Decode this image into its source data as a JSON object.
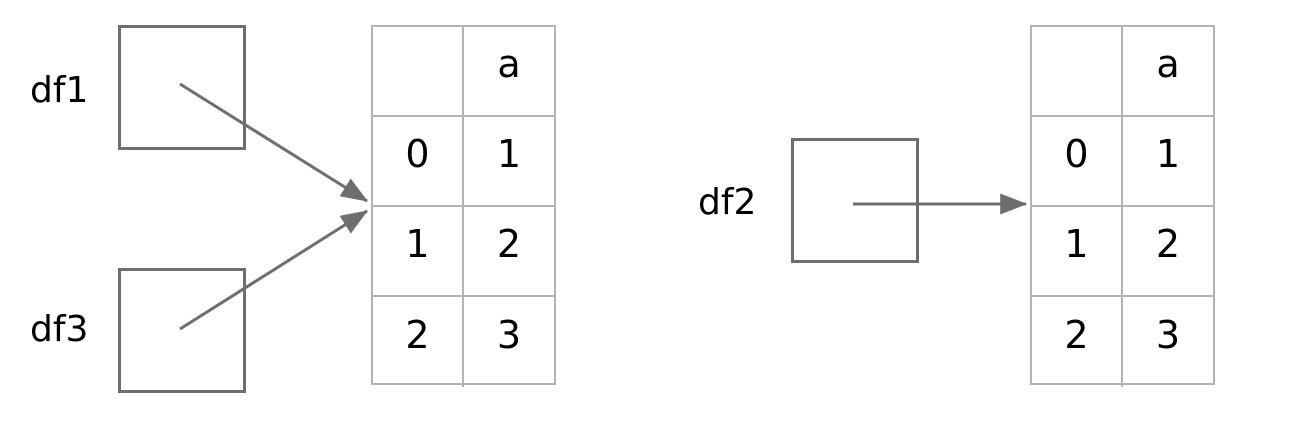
{
  "diagram": {
    "title": "pandas DataFrame variable reference diagram",
    "background_color": "#ffffff",
    "box_border_color": "#6e6e6e",
    "table_border_color": "#b3b3b3",
    "arrow_color": "#6e6e6e",
    "text_color": "#000000"
  },
  "groups": [
    {
      "id": "left",
      "labels": [
        {
          "name": "df1",
          "text": "df1"
        },
        {
          "name": "df3",
          "text": "df3"
        }
      ],
      "table": {
        "header": [
          "",
          "a"
        ],
        "rows": [
          [
            "0",
            "1"
          ],
          [
            "1",
            "2"
          ],
          [
            "2",
            "3"
          ]
        ]
      },
      "arrow_count": 2
    },
    {
      "id": "right",
      "labels": [
        {
          "name": "df2",
          "text": "df2"
        }
      ],
      "table": {
        "header": [
          "",
          "a"
        ],
        "rows": [
          [
            "0",
            "1"
          ],
          [
            "1",
            "2"
          ],
          [
            "2",
            "3"
          ]
        ]
      },
      "arrow_count": 1
    }
  ],
  "left": {
    "label_df1": "df1",
    "label_df3": "df3",
    "table": {
      "header_index": "",
      "header_col_a": "a",
      "r0": {
        "index": "0",
        "a": "1"
      },
      "r1": {
        "index": "1",
        "a": "2"
      },
      "r2": {
        "index": "2",
        "a": "3"
      }
    }
  },
  "right": {
    "label_df2": "df2",
    "table": {
      "header_index": "",
      "header_col_a": "a",
      "r0": {
        "index": "0",
        "a": "1"
      },
      "r1": {
        "index": "1",
        "a": "2"
      },
      "r2": {
        "index": "2",
        "a": "3"
      }
    }
  }
}
